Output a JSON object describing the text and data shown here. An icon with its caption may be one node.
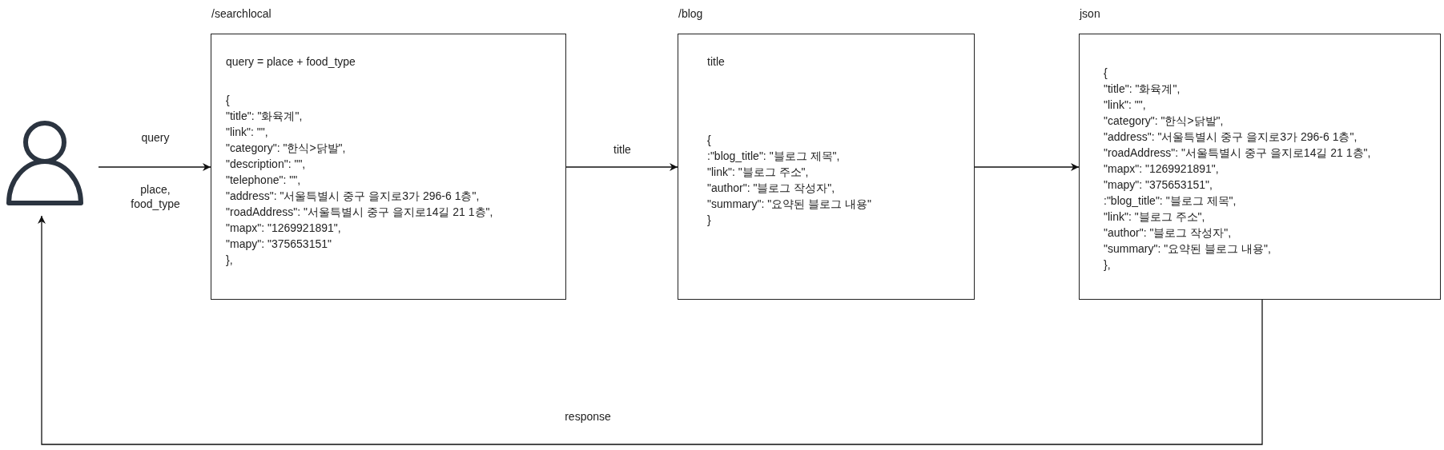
{
  "diagram": {
    "nodes": [
      {
        "text": [],
        "shape": "person"
      },
      {
        "text": [
          "/searchlocal",
          "query = place + food_type",
          "{",
          "\"title\": \"화육계\",",
          "\"link\": \"\",",
          "\"category\": \"한식>닭발\",",
          "\"description\": \"\",",
          "\"telephone\": \"\",",
          "\"address\": \"서울특별시 중구 을지로3가 296-6 1층\",",
          "\"roadAddress\": \"서울특별시 중구 을지로14길 21 1층\",",
          "\"mapx\": \"1269921891\",",
          "\"mapy\": \"375653151\"",
          "},"
        ]
      },
      {
        "text": [
          "/blog",
          "title",
          "{",
          ":\"blog_title\": \"블로그 제목\",",
          "\"link\": \"블로그 주소\",",
          "\"author\": \"블로그 작성자\",",
          "\"summary\": \"요약된 블로그 내용\"",
          "}"
        ]
      },
      {
        "text": [
          "json",
          "{",
          "\"title\": \"화육계\",",
          "\"link\": \"\",",
          "\"category\": \"한식>닭발\",",
          "\"address\": \"서울특별시 중구 을지로3가 296-6 1층\",",
          "\"roadAddress\": \"서울특별시 중구 을지로14길 21 1층\",",
          "\"mapx\": \"1269921891\",",
          "\"mapy\": \"375653151\",",
          ":\"blog_title\": \"블로그 제목\",",
          "\"link\": \"블로그 주소\",",
          "\"author\": \"블로그 작성자\",",
          "\"summary\": \"요약된 블로그 내용\",",
          "},"
        ]
      }
    ],
    "edges": [
      {
        "from": 0,
        "to": 1,
        "arrow": "to",
        "label": "query"
      },
      {
        "from": 1,
        "to": 2,
        "arrow": "to",
        "label": "title"
      },
      {
        "from": 2,
        "to": 3,
        "arrow": "to"
      },
      {
        "from": 3,
        "to": 0,
        "arrow": "to",
        "label": "response"
      }
    ],
    "labels": [
      "place, food_type"
    ]
  }
}
